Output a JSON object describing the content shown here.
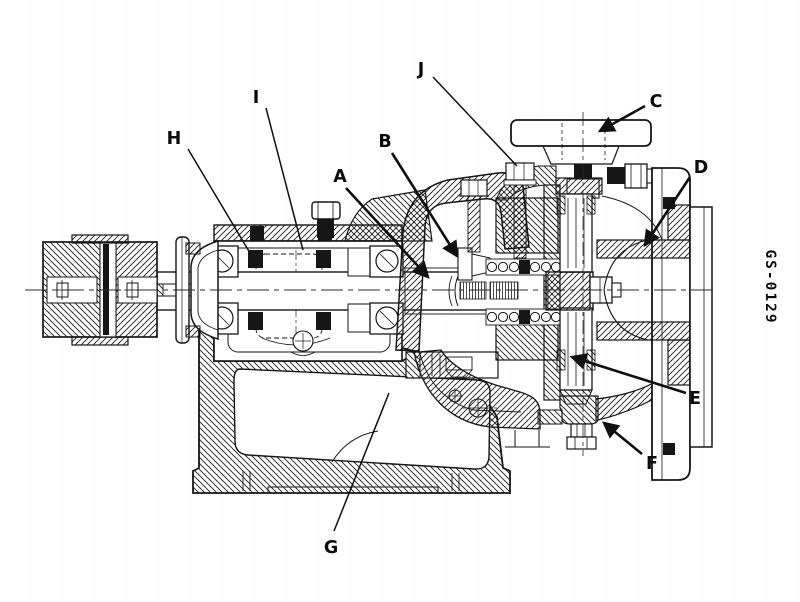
{
  "figure": {
    "code": "GS-0129",
    "labels": {
      "A": "A",
      "B": "B",
      "C": "C",
      "D": "D",
      "E": "E",
      "F": "F",
      "G": "G",
      "H": "H",
      "I": "I",
      "J": "J"
    }
  }
}
